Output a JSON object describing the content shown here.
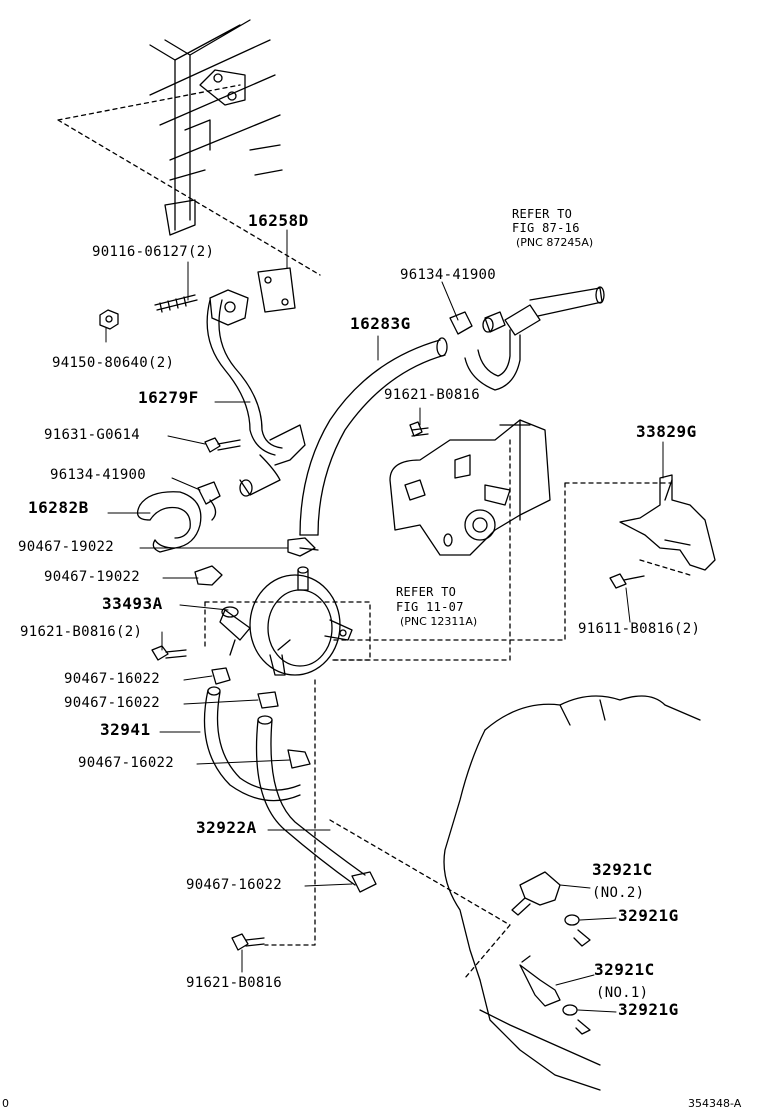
{
  "labels": {
    "p16258D": "16258D",
    "p90116": "90116-06127(2)",
    "p94150": "94150-80640(2)",
    "p16279F": "16279F",
    "p91631": "91631-G0614",
    "p96134a": "96134-41900",
    "p16282B": "16282B",
    "p90467_19022a": "90467-19022",
    "p90467_19022b": "90467-19022",
    "p33493A": "33493A",
    "p91621_2": "91621-B0816(2)",
    "p90467_16022a": "90467-16022",
    "p90467_16022b": "90467-16022",
    "p32941": "32941",
    "p90467_16022c": "90467-16022",
    "p32922A": "32922A",
    "p90467_16022d": "90467-16022",
    "p91621_b": "91621-B0816",
    "p96134b": "96134-41900",
    "p16283G": "16283G",
    "p91621_top": "91621-B0816",
    "p33829G": "33829G",
    "p91611": "91611-B0816(2)",
    "p32921C_2": "32921C",
    "p32921C_2note": "(NO.2)",
    "p32921G_a": "32921G",
    "p32921C_1": "32921C",
    "p32921C_1note": "(NO.1)",
    "p32921G_b": "32921G"
  },
  "references": {
    "ref1_line1": "REFER TO",
    "ref1_line2": "FIG 87-16",
    "ref1_line3": "(PNC 87245A)",
    "ref2_line1": "REFER TO",
    "ref2_line2": "FIG 11-07",
    "ref2_line3": "(PNC 12311A)"
  },
  "footer": {
    "left_mark": "0",
    "diagram_id": "354348-A"
  }
}
